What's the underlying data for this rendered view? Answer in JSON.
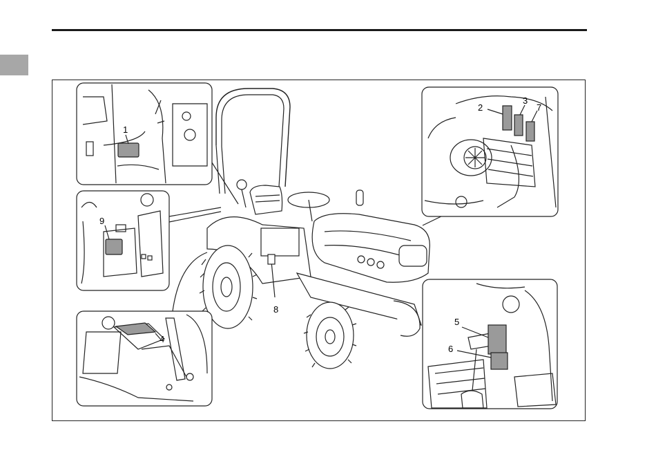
{
  "colors": {
    "rule": "#1a1a1a",
    "tab": "#a7a7a7",
    "label_fill": "#9a9a9a",
    "line": "#222222"
  },
  "callouts": {
    "n1": "1",
    "n2": "2",
    "n3": "3",
    "n4": "4",
    "n5": "5",
    "n6": "6",
    "n7": "7",
    "n8": "8",
    "n9": "9"
  }
}
